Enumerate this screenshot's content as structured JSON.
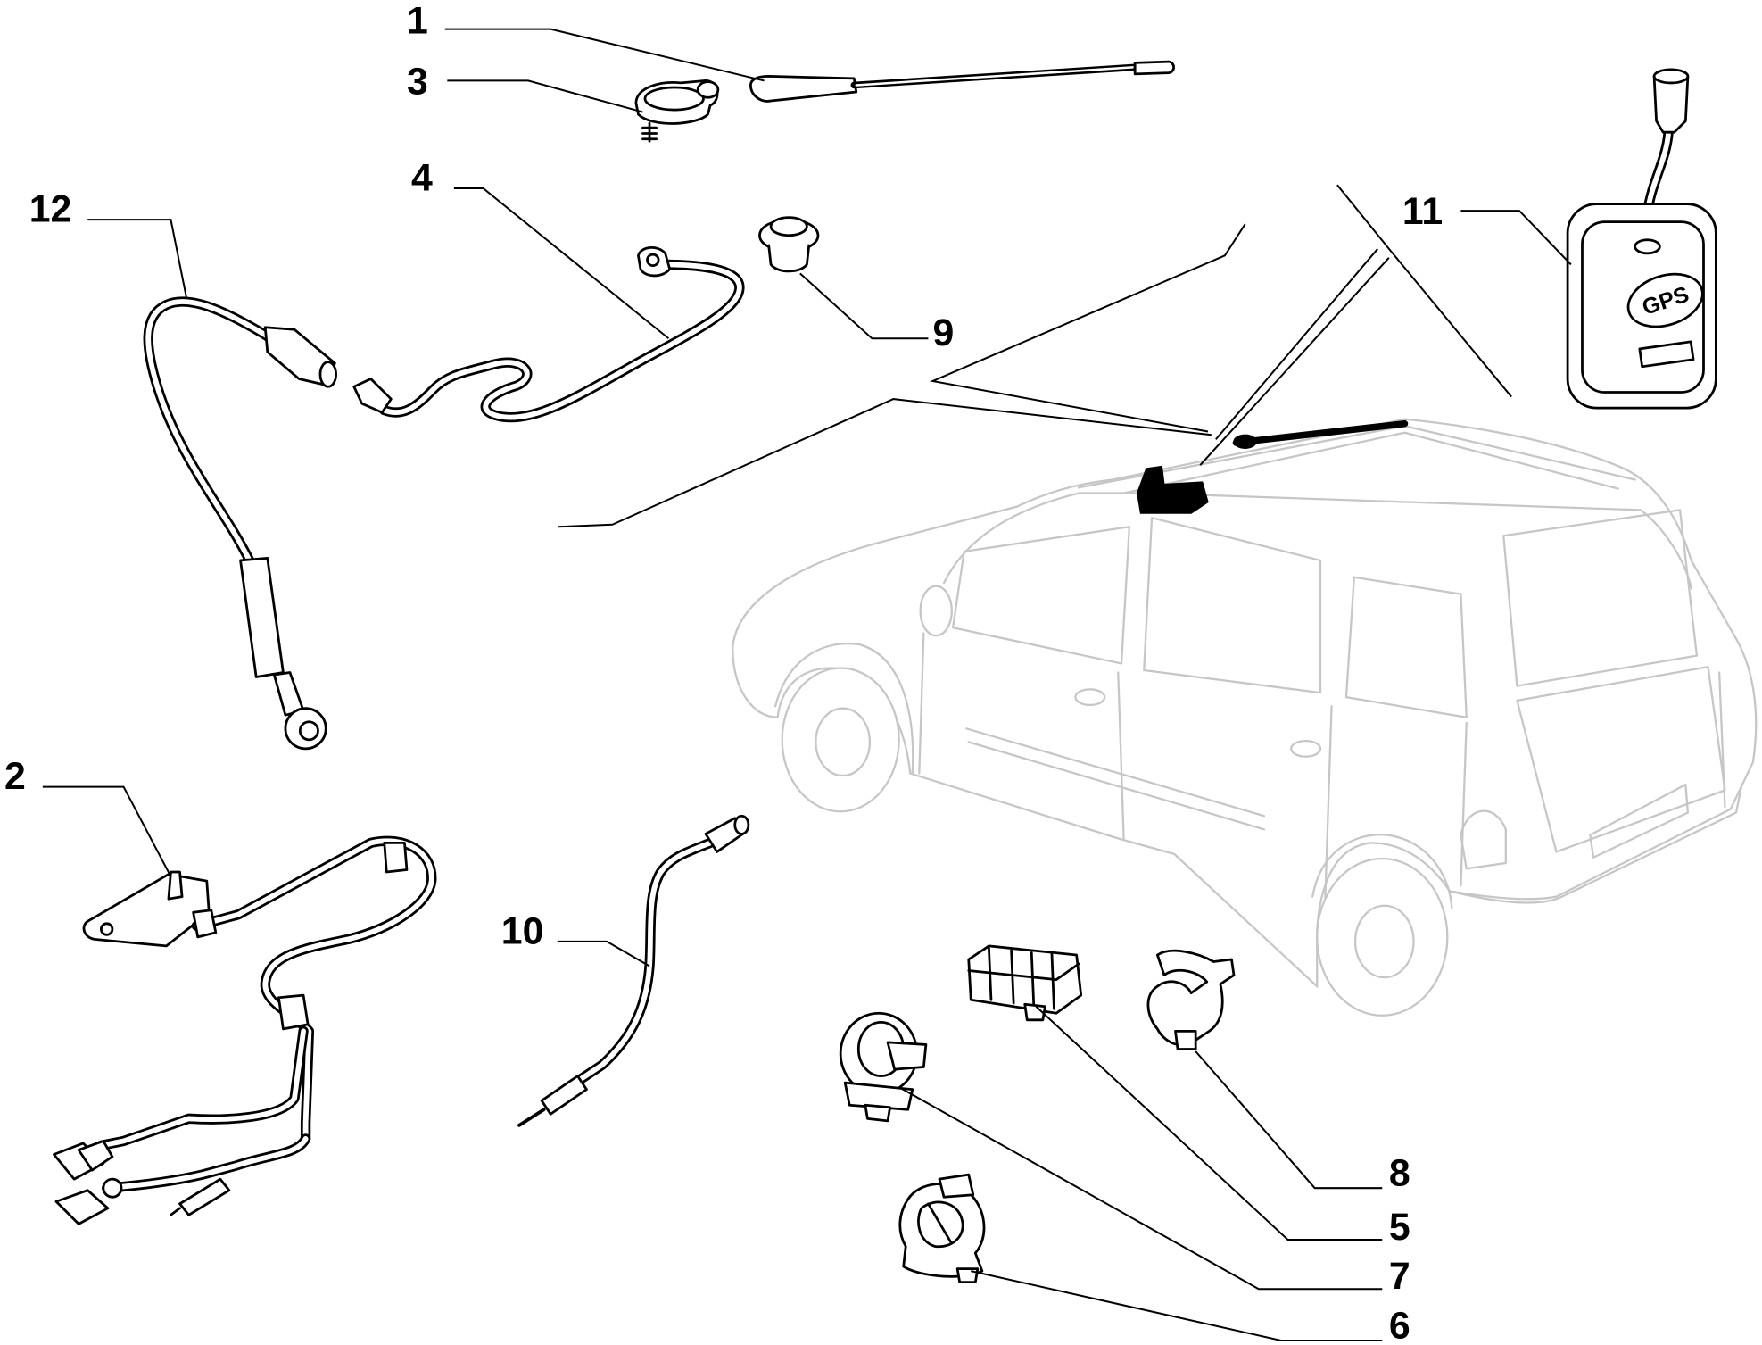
{
  "callouts": {
    "part_1": "1",
    "part_2": "2",
    "part_3": "3",
    "part_4": "4",
    "part_5": "5",
    "part_6": "6",
    "part_7": "7",
    "part_8": "8",
    "part_9": "9",
    "part_10": "10",
    "part_11": "11",
    "part_12": "12"
  },
  "gps_module": {
    "label": "GPS"
  },
  "colors": {
    "ink": "#000000",
    "car_outline": "#c6c6c6",
    "background": "#ffffff"
  }
}
